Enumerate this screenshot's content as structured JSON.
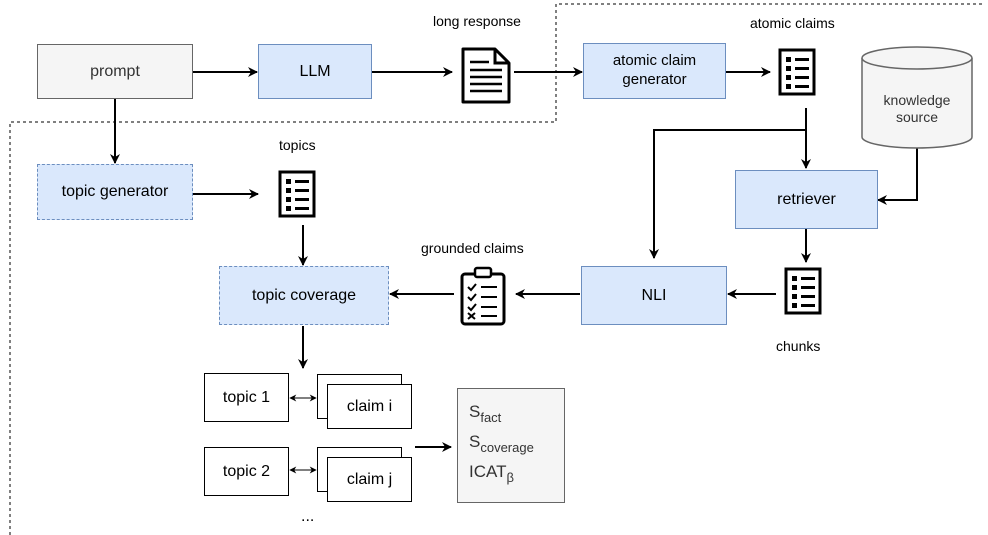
{
  "nodes": {
    "prompt": "prompt",
    "llm": "LLM",
    "atomic_claim_generator": "atomic claim generator",
    "knowledge_source": "knowledge source",
    "topic_generator": "topic generator",
    "retriever": "retriever",
    "topic_coverage": "topic coverage",
    "nli": "NLI",
    "topic_1": "topic 1",
    "topic_2": "topic 2",
    "claim_i": "claim i",
    "claim_j": "claim j"
  },
  "labels": {
    "long_response": "long response",
    "atomic_claims": "atomic claims",
    "topics": "topics",
    "grounded_claims": "grounded claims",
    "chunks": "chunks",
    "ellipsis": "..."
  },
  "scores": {
    "s_fact_main": "S",
    "s_fact_sub": "fact",
    "s_coverage_main": "S",
    "s_coverage_sub": "coverage",
    "icat_main": "ICAT",
    "icat_sub": "β"
  },
  "icons": [
    "document-icon",
    "list-icon",
    "checklist-icon",
    "database-icon"
  ],
  "colors": {
    "process_fill": "#dae8fc",
    "process_border": "#6c8ebf",
    "input_fill": "#f5f5f5"
  }
}
